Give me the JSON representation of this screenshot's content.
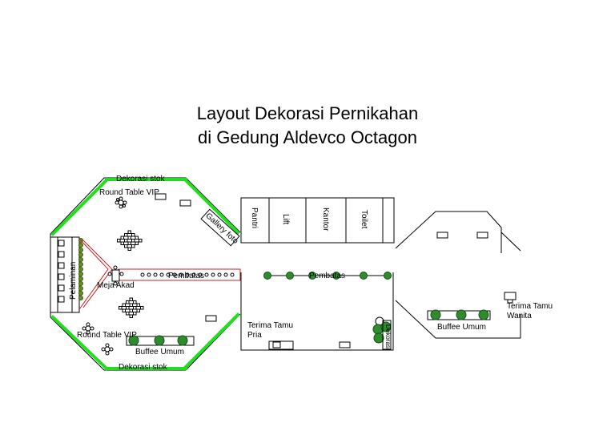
{
  "title": {
    "line1": "Layout Dekorasi Pernikahan",
    "line2": "di Gedung Aldevco Octagon"
  },
  "labels": {
    "dekorasi_stok_top": "Dekorasi stok",
    "dekorasi_stok_bottom": "Dekorasi stok",
    "round_table_vip_top": "Round Table VIP",
    "round_table_vip_bottom": "Round Table VIP",
    "gallery_foto": "Gallery foto",
    "pelaminan": "Pelaminan",
    "meja_akad": "Meja Akad",
    "pembatas_left": "Pembatas",
    "pembatas_right": "Pembatas",
    "buffee_umum_left": "Buffee Umum",
    "buffee_umum_right": "Buffee Umum",
    "pantri": "Pantri",
    "lift": "Lift",
    "kantor": "Kantor",
    "toilet": "Toilet",
    "terima_tamu_pria_1": "Terima Tamu",
    "terima_tamu_pria_2": "Pria",
    "terima_tamu_wanita_1": "Terima Tamu",
    "terima_tamu_wanita_2": "Wanita",
    "dekorasi_side": "Dekorasi"
  },
  "colors": {
    "decor_green": "#22dd22",
    "plant_green": "#2e8b2e",
    "plant_light": "#9acd32",
    "pembatas_red": "#cc2222",
    "line": "#000000"
  }
}
